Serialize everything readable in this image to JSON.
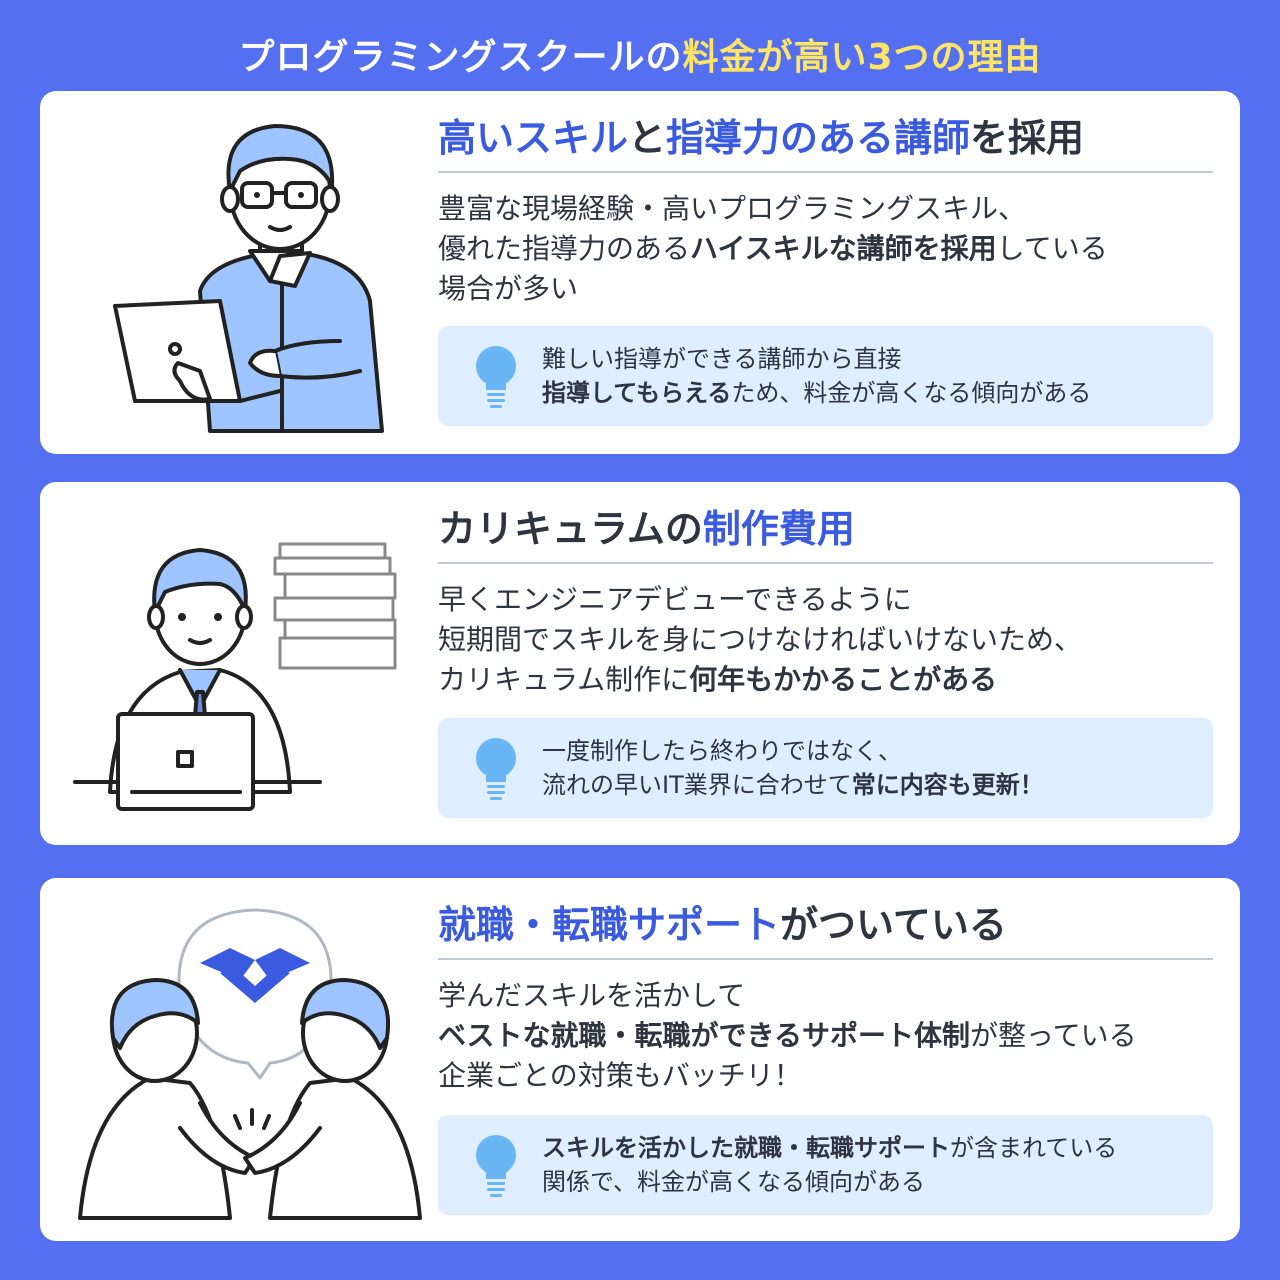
{
  "title": {
    "part1": "プログラミングスクールの",
    "highlight": "料金が高い3つの理由"
  },
  "colors": {
    "background": "#5470f0",
    "accent_blue": "#3a5ae0",
    "title_highlight": "#ffe566",
    "tip_bg": "#dfeeff",
    "bulb": "#6ab6f5"
  },
  "reasons": [
    {
      "heading": {
        "b1": "高いスキル",
        "t1": "と",
        "b2": "指導力のある講師",
        "t2": "を採用"
      },
      "body": {
        "l1": "豊富な現場経験・高いプログラミングスキル、",
        "l2a": "優れた指導力のある",
        "l2b": "ハイスキルな講師を採用",
        "l2c": "している",
        "l3": "場合が多い"
      },
      "tip": {
        "l1": "難しい指導ができる講師から直接",
        "l2a": "指導してもらえる",
        "l2b": "ため、料金が高くなる傾向がある"
      },
      "icon": "man-with-laptop-illustration"
    },
    {
      "heading": {
        "t1": "カリキュラムの",
        "b1": "制作費用"
      },
      "body": {
        "l1": "早くエンジニアデビューできるように",
        "l2": "短期間でスキルを身につけなければいけないため、",
        "l3a": "カリキュラム制作に",
        "l3b": "何年もかかることがある"
      },
      "tip": {
        "l1": "一度制作したら終わりではなく、",
        "l2a": "流れの早いIT業界に合わせて",
        "l2b": "常に内容も更新！"
      },
      "icon": "man-at-desk-with-books-illustration"
    },
    {
      "heading": {
        "b1": "就職・転職サポート",
        "t1": "がついている"
      },
      "body": {
        "l1": "学んだスキルを活かして",
        "l2a": "ベストな就職・転職ができるサポート体制",
        "l2b": "が整っている",
        "l3": "企業ごとの対策もバッチリ！"
      },
      "tip": {
        "l1a": "スキルを活かした就職・転職サポート",
        "l1b": "が含まれている",
        "l2": "関係で、料金が高くなる傾向がある"
      },
      "icon": "handshake-illustration"
    }
  ]
}
